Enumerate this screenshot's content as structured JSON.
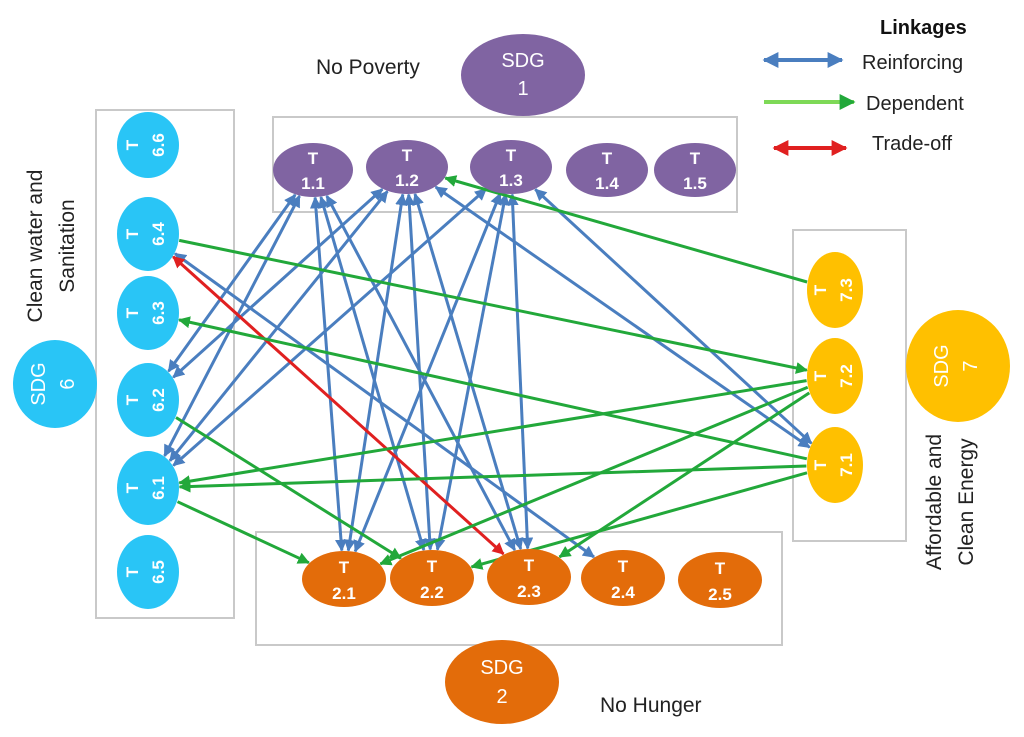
{
  "legend": {
    "title": "Linkages",
    "items": [
      {
        "label": "Reinforcing",
        "color": "#4a7ebf"
      },
      {
        "label": "Dependent",
        "color": "#7ed957"
      },
      {
        "label": "Trade-off",
        "color": "#e02020"
      }
    ]
  },
  "goals": {
    "sdg1": {
      "line1": "SDG",
      "line2": "1",
      "name": "No Poverty",
      "color": "#8064a2"
    },
    "sdg2": {
      "line1": "SDG",
      "line2": "2",
      "name": "No Hunger",
      "color": "#e36c0a"
    },
    "sdg6": {
      "line1": "SDG",
      "line2": "6",
      "name_line1": "Clean water and",
      "name_line2": "Sanitation",
      "color": "#29c5f6"
    },
    "sdg7": {
      "line1": "SDG",
      "line2": "7",
      "name_line1": "Affordable and",
      "name_line2": "Clean Energy",
      "color": "#ffc000"
    }
  },
  "targets": {
    "t11": {
      "top": "T",
      "bottom": "1.1"
    },
    "t12": {
      "top": "T",
      "bottom": "1.2"
    },
    "t13": {
      "top": "T",
      "bottom": "1.3"
    },
    "t14": {
      "top": "T",
      "bottom": "1.4"
    },
    "t15": {
      "top": "T",
      "bottom": "1.5"
    },
    "t21": {
      "top": "T",
      "bottom": "2.1"
    },
    "t22": {
      "top": "T",
      "bottom": "2.2"
    },
    "t23": {
      "top": "T",
      "bottom": "2.3"
    },
    "t24": {
      "top": "T",
      "bottom": "2.4"
    },
    "t25": {
      "top": "T",
      "bottom": "2.5"
    },
    "t66": {
      "top": "T",
      "bottom": "6.6"
    },
    "t64": {
      "top": "T",
      "bottom": "6.4"
    },
    "t63": {
      "top": "T",
      "bottom": "6.3"
    },
    "t62": {
      "top": "T",
      "bottom": "6.2"
    },
    "t61": {
      "top": "T",
      "bottom": "6.1"
    },
    "t65": {
      "top": "T",
      "bottom": "6.5"
    },
    "t73": {
      "top": "T",
      "bottom": "7.3"
    },
    "t72": {
      "top": "T",
      "bottom": "7.2"
    },
    "t71": {
      "top": "T",
      "bottom": "7.1"
    }
  },
  "links": [
    {
      "from": "t11",
      "to": "t21",
      "type": "reinforcing",
      "both": true
    },
    {
      "from": "t11",
      "to": "t22",
      "type": "reinforcing",
      "both": true
    },
    {
      "from": "t11",
      "to": "t23",
      "type": "reinforcing",
      "both": true
    },
    {
      "from": "t11",
      "to": "t62",
      "type": "reinforcing",
      "both": true
    },
    {
      "from": "t12",
      "to": "t21",
      "type": "reinforcing",
      "both": true
    },
    {
      "from": "t12",
      "to": "t22",
      "type": "reinforcing",
      "both": true
    },
    {
      "from": "t12",
      "to": "t23",
      "type": "reinforcing",
      "both": true
    },
    {
      "from": "t12",
      "to": "t61",
      "type": "reinforcing",
      "both": true
    },
    {
      "from": "t12",
      "to": "t62",
      "type": "reinforcing",
      "both": true
    },
    {
      "from": "t12",
      "to": "t71",
      "type": "reinforcing",
      "both": true
    },
    {
      "from": "t13",
      "to": "t21",
      "type": "reinforcing",
      "both": true
    },
    {
      "from": "t13",
      "to": "t22",
      "type": "reinforcing",
      "both": true
    },
    {
      "from": "t13",
      "to": "t23",
      "type": "reinforcing",
      "both": true
    },
    {
      "from": "t13",
      "to": "t61",
      "type": "reinforcing",
      "both": true
    },
    {
      "from": "t13",
      "to": "t71",
      "type": "reinforcing",
      "both": true
    },
    {
      "from": "t61",
      "to": "t11",
      "type": "reinforcing",
      "both": true
    },
    {
      "from": "t64",
      "to": "t24",
      "type": "reinforcing",
      "both": true
    },
    {
      "from": "t64",
      "to": "t23",
      "type": "tradeoff",
      "both": true
    },
    {
      "from": "t73",
      "to": "t12",
      "type": "dependent",
      "both": false
    },
    {
      "from": "t64",
      "to": "t72",
      "type": "dependent",
      "both": false
    },
    {
      "from": "t71",
      "to": "t63",
      "type": "dependent",
      "both": false
    },
    {
      "from": "t72",
      "to": "t61",
      "type": "dependent",
      "both": false
    },
    {
      "from": "t71",
      "to": "t61",
      "type": "dependent",
      "both": false
    },
    {
      "from": "t72",
      "to": "t21",
      "type": "dependent",
      "both": false
    },
    {
      "from": "t71",
      "to": "t22",
      "type": "dependent",
      "both": false
    },
    {
      "from": "t72",
      "to": "t23",
      "type": "dependent",
      "both": false
    },
    {
      "from": "t62",
      "to": "t22",
      "type": "dependent",
      "both": false
    },
    {
      "from": "t61",
      "to": "t21",
      "type": "dependent",
      "both": false
    }
  ]
}
